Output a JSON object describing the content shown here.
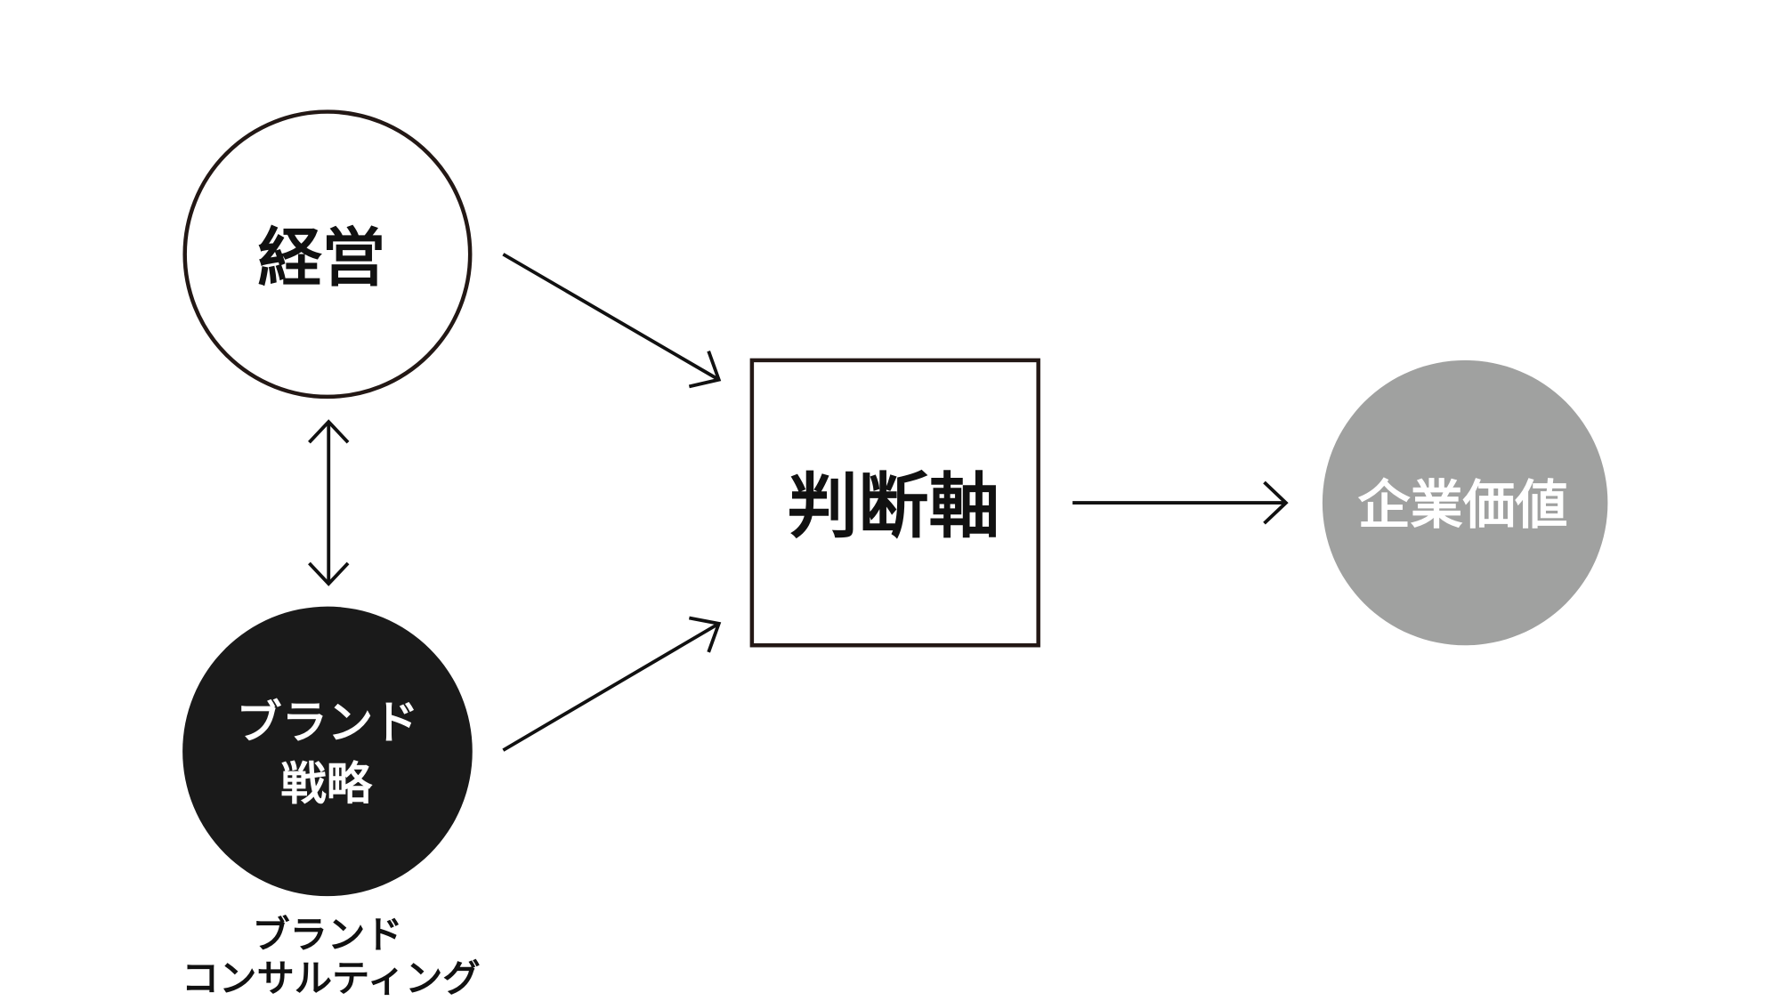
{
  "nodes": {
    "management": {
      "label": "経営"
    },
    "brand_strategy": {
      "label_line1": "ブランド",
      "label_line2": "戦略"
    },
    "decision_axis": {
      "label": "判断軸"
    },
    "corporate_value": {
      "label": "企業価値"
    }
  },
  "caption": {
    "line1": "ブランド",
    "line2": "コンサルティング"
  },
  "colors": {
    "stroke": "#231815",
    "brand_fill": "#1a1a1a",
    "value_fill": "#a0a1a0",
    "text": "#111111",
    "inverse_text": "#ffffff"
  }
}
